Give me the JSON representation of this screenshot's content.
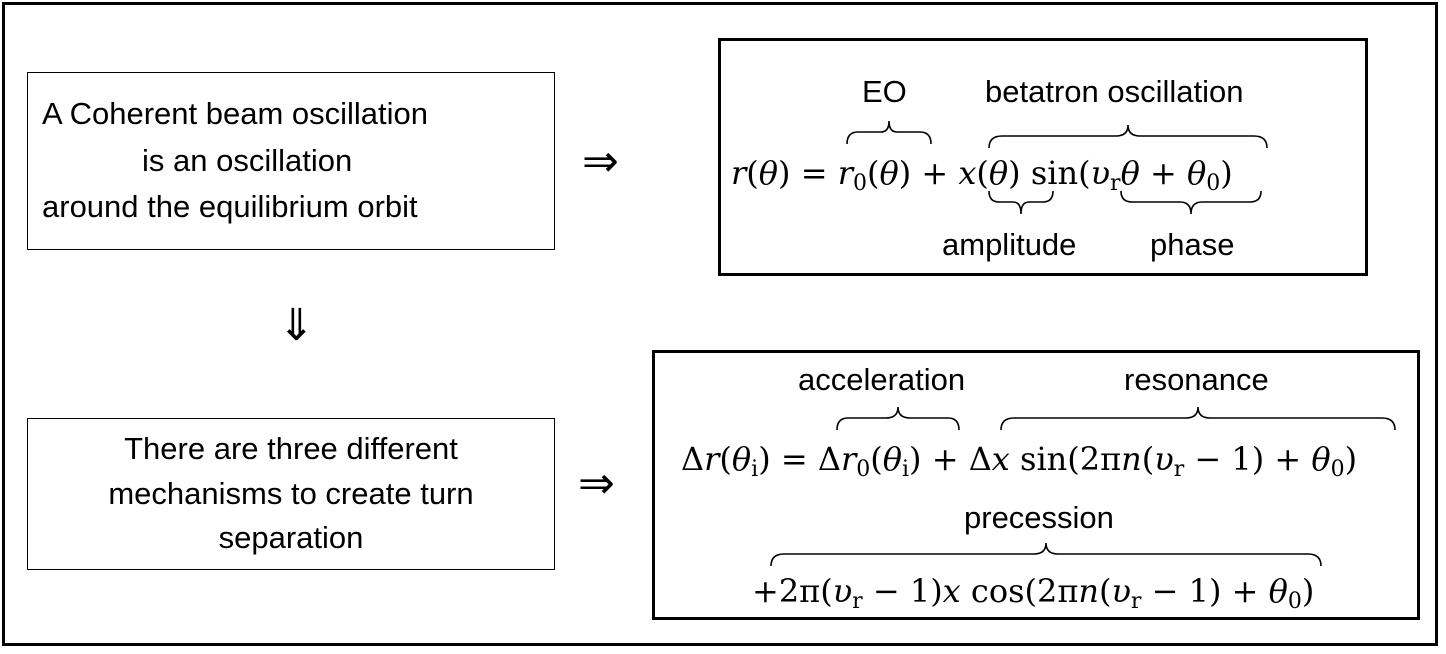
{
  "box_top_left": {
    "lines": [
      "A Coherent beam oscillation",
      "is an oscillation",
      "around the equilibrium orbit"
    ]
  },
  "box_bottom_left": {
    "lines": [
      "There are three different",
      "mechanisms to create turn",
      "separation"
    ]
  },
  "arrows": {
    "right": "⇒",
    "down": "⇓"
  },
  "eq1": {
    "label_eo": "EO",
    "label_betatron": "betatron oscillation",
    "label_amplitude": "amplitude",
    "label_phase": "phase",
    "part_r": "r",
    "theta": "θ",
    "part_r0": "r",
    "sub0": "0",
    "part_x": "x",
    "part_sin": "sin",
    "part_v": "υ",
    "sub_r": "r"
  },
  "eq2": {
    "label_acceleration": "acceleration",
    "label_resonance": "resonance",
    "label_precession": "precession",
    "delta": "Δ",
    "sub_i": "i",
    "sub0": "0",
    "sub_r": "r",
    "two_pi": "2π",
    "n": "n",
    "cos": "cos"
  }
}
